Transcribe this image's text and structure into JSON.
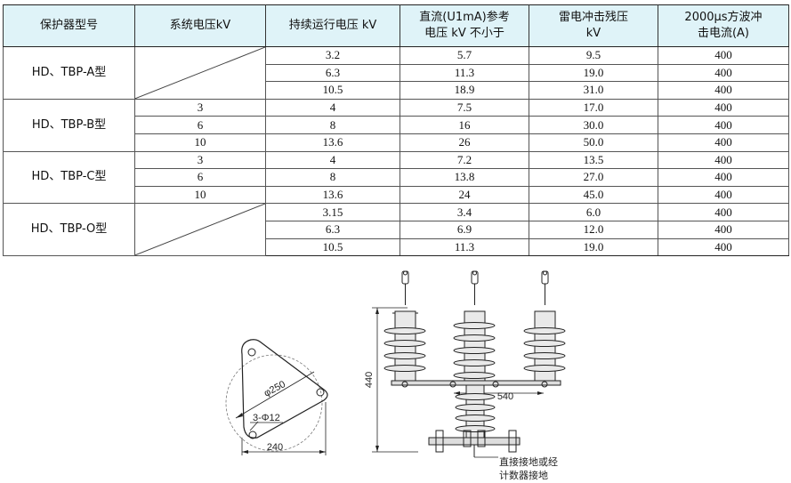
{
  "headers": [
    "保护器型号",
    "系统电压kV",
    "持续运行电压 kV",
    "直流(U1mA)参考\n电压 kV 不小于",
    "雷电冲击残压\nkV",
    "2000μs方波冲\n击电流(A)"
  ],
  "groups": [
    {
      "model": "HD、TBP-A型",
      "rows": [
        {
          "sys": "",
          "cont": "3.2",
          "dc": "5.7",
          "res": "9.5",
          "cur": "400"
        },
        {
          "sys": "",
          "cont": "6.3",
          "dc": "11.3",
          "res": "19.0",
          "cur": "400"
        },
        {
          "sys": "",
          "cont": "10.5",
          "dc": "18.9",
          "res": "31.0",
          "cur": "400"
        }
      ]
    },
    {
      "model": "HD、TBP-B型",
      "rows": [
        {
          "sys": "3",
          "cont": "4",
          "dc": "7.5",
          "res": "17.0",
          "cur": "400"
        },
        {
          "sys": "6",
          "cont": "8",
          "dc": "16",
          "res": "30.0",
          "cur": "400"
        },
        {
          "sys": "10",
          "cont": "13.6",
          "dc": "26",
          "res": "50.0",
          "cur": "400"
        }
      ]
    },
    {
      "model": "HD、TBP-C型",
      "rows": [
        {
          "sys": "3",
          "cont": "4",
          "dc": "7.2",
          "res": "13.5",
          "cur": "400"
        },
        {
          "sys": "6",
          "cont": "8",
          "dc": "13.8",
          "res": "27.0",
          "cur": "400"
        },
        {
          "sys": "10",
          "cont": "13.6",
          "dc": "24",
          "res": "45.0",
          "cur": "400"
        }
      ]
    },
    {
      "model": "HD、TBP-O型",
      "rows": [
        {
          "sys": "",
          "cont": "3.15",
          "dc": "3.4",
          "res": "6.0",
          "cur": "400"
        },
        {
          "sys": "",
          "cont": "6.3",
          "dc": "6.9",
          "res": "12.0",
          "cur": "400"
        },
        {
          "sys": "",
          "cont": "10.5",
          "dc": "11.3",
          "res": "19.0",
          "cur": "400"
        }
      ]
    }
  ],
  "drawing": {
    "base_plate": {
      "diameter": "φ250",
      "holes": "3-Φ12",
      "width": "240"
    },
    "front_view": {
      "height": "440",
      "span": "540",
      "note_line1": "直接接地或经",
      "note_line2": "计数器接地"
    }
  }
}
